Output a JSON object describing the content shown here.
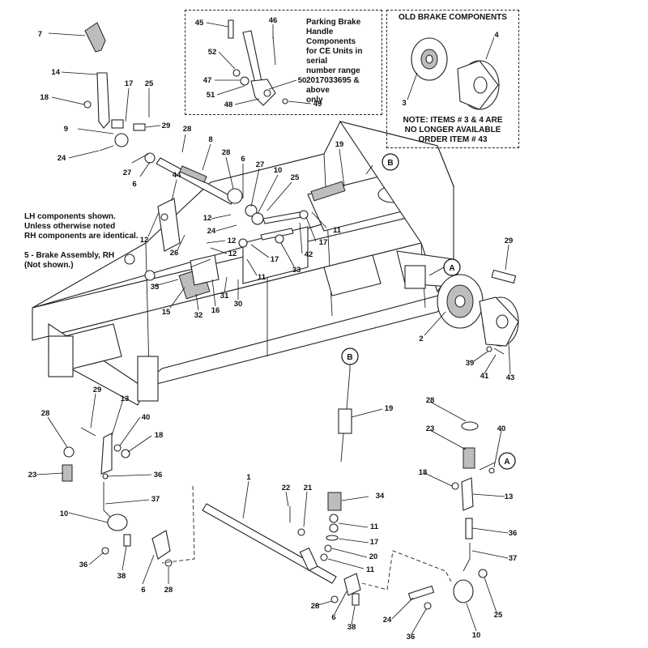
{
  "insets": {
    "parking_title": "Parking Brake\nHandle Components\nfor CE Units in serial\nnumber range\n2017033695 & above\nonly",
    "old_title": "OLD BRAKE COMPONENTS",
    "old_note": "NOTE: ITEMS # 3 & 4 ARE\nNO LONGER AVAILABLE\nORDER ITEM # 43"
  },
  "notes": {
    "lh": "LH components shown.\nUnless otherwise noted\nRH components are identical.",
    "brake": "5 - Brake Assembly, RH\n      (Not shown.)"
  },
  "callouts": {
    "A": "A",
    "B": "B"
  },
  "labels": [
    {
      "id": "p7",
      "text": "7"
    },
    {
      "id": "p14",
      "text": "14"
    },
    {
      "id": "p17a",
      "text": "17"
    },
    {
      "id": "p25a",
      "text": "25"
    },
    {
      "id": "p18a",
      "text": "18"
    },
    {
      "id": "p9",
      "text": "9"
    },
    {
      "id": "p29a",
      "text": "29"
    },
    {
      "id": "p24a",
      "text": "24"
    },
    {
      "id": "p27a",
      "text": "27"
    },
    {
      "id": "p6a",
      "text": "6"
    },
    {
      "id": "p28a",
      "text": "28"
    },
    {
      "id": "p8",
      "text": "8"
    },
    {
      "id": "p28b",
      "text": "28"
    },
    {
      "id": "p6b",
      "text": "6"
    },
    {
      "id": "p27b",
      "text": "27"
    },
    {
      "id": "p10a",
      "text": "10"
    },
    {
      "id": "p25b",
      "text": "25"
    },
    {
      "id": "p44",
      "text": "44"
    },
    {
      "id": "p12a",
      "text": "12"
    },
    {
      "id": "p24b",
      "text": "24"
    },
    {
      "id": "p12b",
      "text": "12"
    },
    {
      "id": "p12c",
      "text": "12"
    },
    {
      "id": "p26",
      "text": "26"
    },
    {
      "id": "p12d",
      "text": "12"
    },
    {
      "id": "p35",
      "text": "35"
    },
    {
      "id": "p15",
      "text": "15"
    },
    {
      "id": "p32",
      "text": "32"
    },
    {
      "id": "p16",
      "text": "16"
    },
    {
      "id": "p31",
      "text": "31"
    },
    {
      "id": "p30",
      "text": "30"
    },
    {
      "id": "p11a",
      "text": "11"
    },
    {
      "id": "p17b",
      "text": "17"
    },
    {
      "id": "p33",
      "text": "33"
    },
    {
      "id": "p42",
      "text": "42"
    },
    {
      "id": "p17c",
      "text": "17"
    },
    {
      "id": "p11b",
      "text": "11"
    },
    {
      "id": "p19a",
      "text": "19"
    },
    {
      "id": "p45",
      "text": "45"
    },
    {
      "id": "p46",
      "text": "46"
    },
    {
      "id": "p52",
      "text": "52"
    },
    {
      "id": "p47",
      "text": "47"
    },
    {
      "id": "p50",
      "text": "50"
    },
    {
      "id": "p51",
      "text": "51"
    },
    {
      "id": "p48",
      "text": "48"
    },
    {
      "id": "p49",
      "text": "49"
    },
    {
      "id": "p4",
      "text": "4"
    },
    {
      "id": "p3",
      "text": "3"
    },
    {
      "id": "p29b",
      "text": "29"
    },
    {
      "id": "p2",
      "text": "2"
    },
    {
      "id": "p39",
      "text": "39"
    },
    {
      "id": "p41",
      "text": "41"
    },
    {
      "id": "p43",
      "text": "43"
    },
    {
      "id": "p19b",
      "text": "19"
    },
    {
      "id": "p29c",
      "text": "29"
    },
    {
      "id": "p13a",
      "text": "13"
    },
    {
      "id": "p28c",
      "text": "28"
    },
    {
      "id": "p40a",
      "text": "40"
    },
    {
      "id": "p18b",
      "text": "18"
    },
    {
      "id": "p23a",
      "text": "23"
    },
    {
      "id": "p36a",
      "text": "36"
    },
    {
      "id": "p37a",
      "text": "37"
    },
    {
      "id": "p10b",
      "text": "10"
    },
    {
      "id": "p36b",
      "text": "36"
    },
    {
      "id": "p38a",
      "text": "38"
    },
    {
      "id": "p6c",
      "text": "6"
    },
    {
      "id": "p28d",
      "text": "28"
    },
    {
      "id": "p1",
      "text": "1"
    },
    {
      "id": "p22",
      "text": "22"
    },
    {
      "id": "p21",
      "text": "21"
    },
    {
      "id": "p34",
      "text": "34"
    },
    {
      "id": "p11c",
      "text": "11"
    },
    {
      "id": "p17d",
      "text": "17"
    },
    {
      "id": "p20",
      "text": "20"
    },
    {
      "id": "p11d",
      "text": "11"
    },
    {
      "id": "p28e",
      "text": "28"
    },
    {
      "id": "p6d",
      "text": "6"
    },
    {
      "id": "p38b",
      "text": "38"
    },
    {
      "id": "p28f",
      "text": "28"
    },
    {
      "id": "p23b",
      "text": "23"
    },
    {
      "id": "p40b",
      "text": "40"
    },
    {
      "id": "p18c",
      "text": "18"
    },
    {
      "id": "p13b",
      "text": "13"
    },
    {
      "id": "p36c",
      "text": "36"
    },
    {
      "id": "p37b",
      "text": "37"
    },
    {
      "id": "p24c",
      "text": "24"
    },
    {
      "id": "p25c",
      "text": "25"
    },
    {
      "id": "p36d",
      "text": "36"
    },
    {
      "id": "p10c",
      "text": "10"
    }
  ]
}
